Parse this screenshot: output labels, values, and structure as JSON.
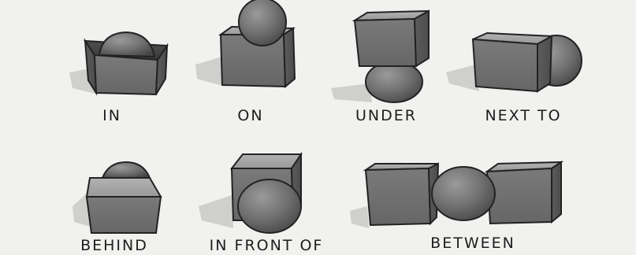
{
  "labels": {
    "in": "IN",
    "on": "ON",
    "under": "UNDER",
    "next_to": "NEXT TO",
    "behind": "BEHIND",
    "in_front_of": "IN FRONT OF",
    "between": "BETWEEN"
  }
}
